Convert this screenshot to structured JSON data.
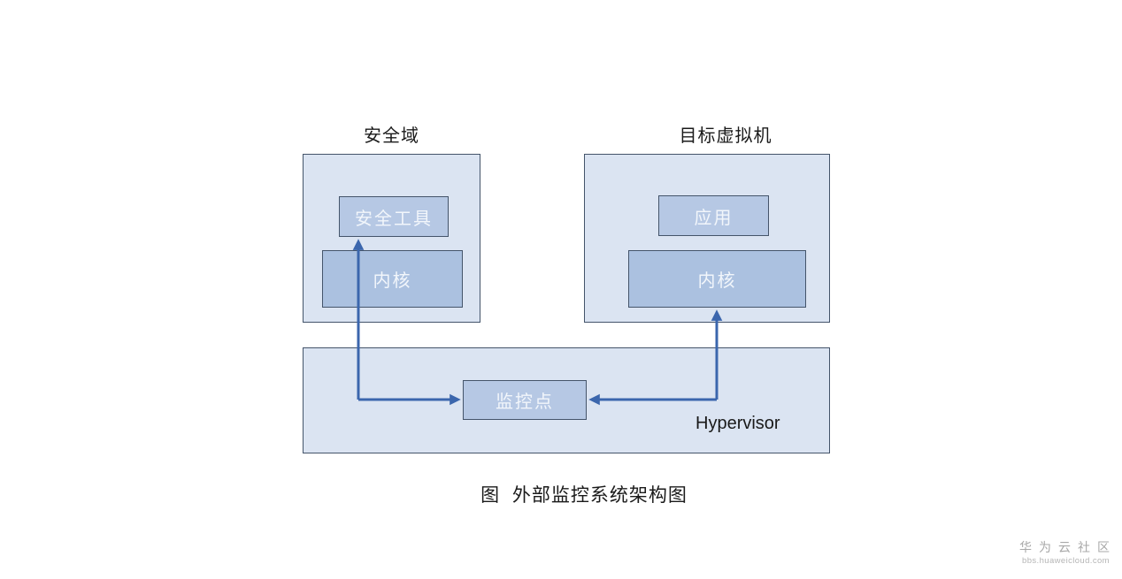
{
  "diagram": {
    "caption": "图  外部监控系统架构图",
    "security_domain": {
      "title": "安全域",
      "security_tool_label": "安全工具",
      "kernel_label": "内核"
    },
    "target_vm": {
      "title": "目标虚拟机",
      "app_label": "应用",
      "kernel_label": "内核"
    },
    "hypervisor": {
      "label": "Hypervisor",
      "monitor_point_label": "监控点"
    },
    "connections": [
      {
        "from": "监控点",
        "to": "安全工具",
        "type": "elbow-arrow",
        "arrows": "both-ends"
      },
      {
        "from": "监控点",
        "to": "目标虚拟机/内核",
        "type": "elbow-arrow",
        "arrows": "both-ends"
      }
    ],
    "colors": {
      "container_fill": "#dbe4f2",
      "container_border": "#44546a",
      "box_fill": "#b6c8e4",
      "kernel_fill": "#abc1e0",
      "box_border": "#44546a",
      "box_text": "#f2f6fb",
      "arrow": "#3b66ad",
      "text": "#1a1a1a"
    }
  },
  "watermark": {
    "title": "华为云社区",
    "url": "bbs.huaweicloud.com"
  }
}
